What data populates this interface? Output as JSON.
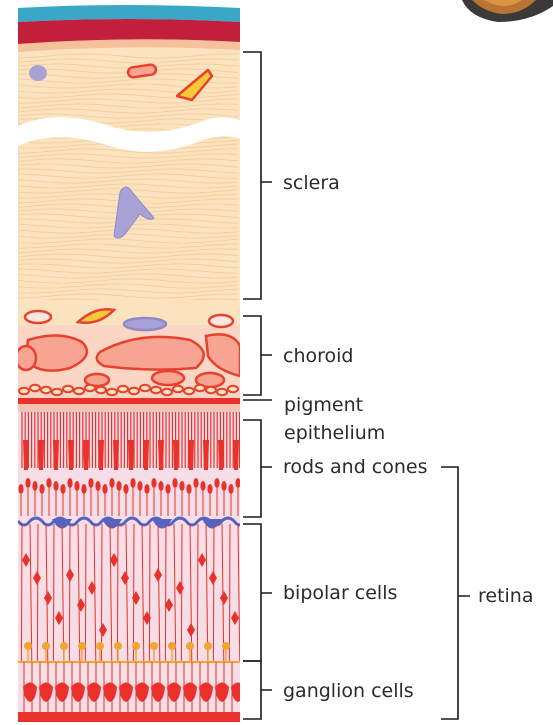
{
  "diagram": {
    "labels": {
      "sclera": "sclera",
      "choroid": "choroid",
      "pigment_line1": "pigment",
      "pigment_line2": "epithelium",
      "rods_and_cones": "rods and cones",
      "bipolar_cells": "bipolar cells",
      "ganglion_cells": "ganglion cells",
      "retina": "retina"
    },
    "colors": {
      "conjunctiva": "#3aa6c8",
      "episclera": "#c21f3a",
      "sclera_fill": "#fbe3c0",
      "sclera_fiber": "#f0c98e",
      "choroid_vessel_fill": "#f7a592",
      "choroid_vessel_stroke": "#e8412e",
      "retina_fill": "#f6dde6",
      "neuron_red": "#e8322b",
      "horizontal_blue": "#5563c1",
      "amacrine_orange": "#f2a531",
      "lilac_cell": "#a8a2d6",
      "bracket": "#1a1a1a"
    }
  }
}
